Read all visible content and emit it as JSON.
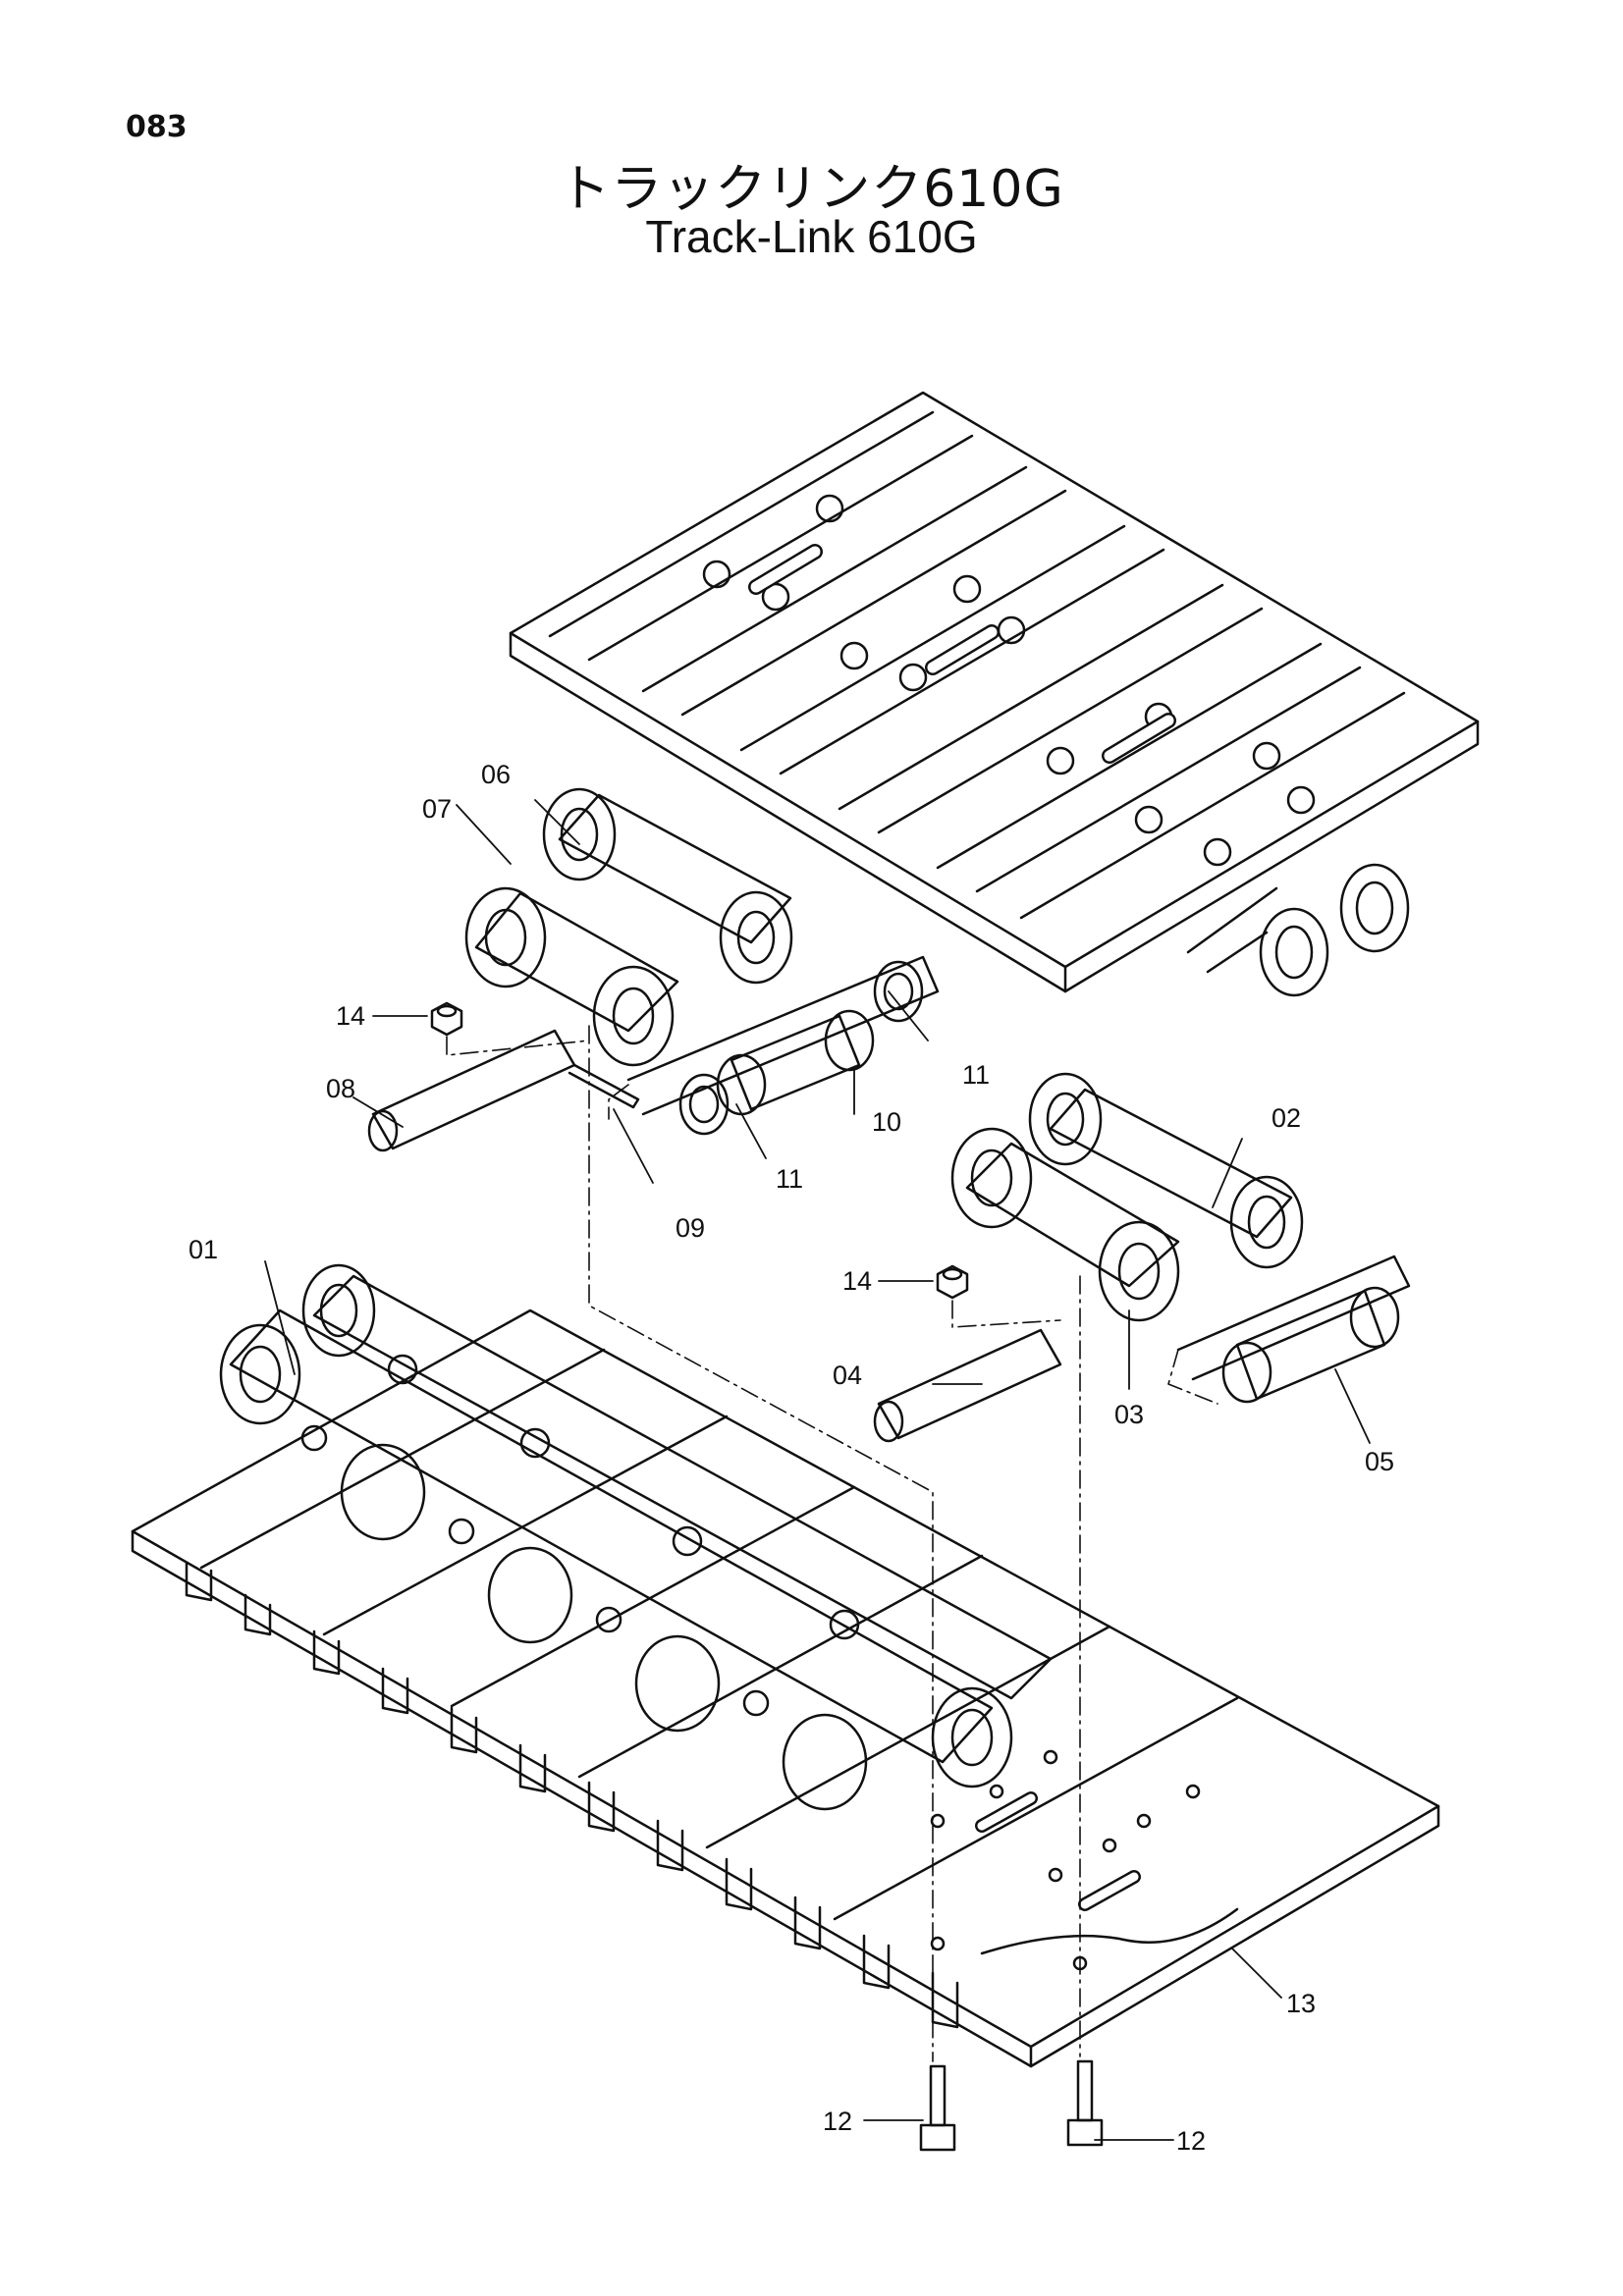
{
  "page": {
    "number": "083"
  },
  "title": {
    "japanese": "トラックリンク610G",
    "english": "Track-Link 610G"
  },
  "callouts": {
    "p01": "01",
    "p02": "02",
    "p03": "03",
    "p04": "04",
    "p05": "05",
    "p06": "06",
    "p07": "07",
    "p08": "08",
    "p09": "09",
    "p10": "10",
    "p11a": "11",
    "p11b": "11",
    "p12a": "12",
    "p12b": "12",
    "p13": "13",
    "p14a": "14",
    "p14b": "14"
  },
  "colors": {
    "ink": "#111111",
    "paper": "#ffffff"
  }
}
